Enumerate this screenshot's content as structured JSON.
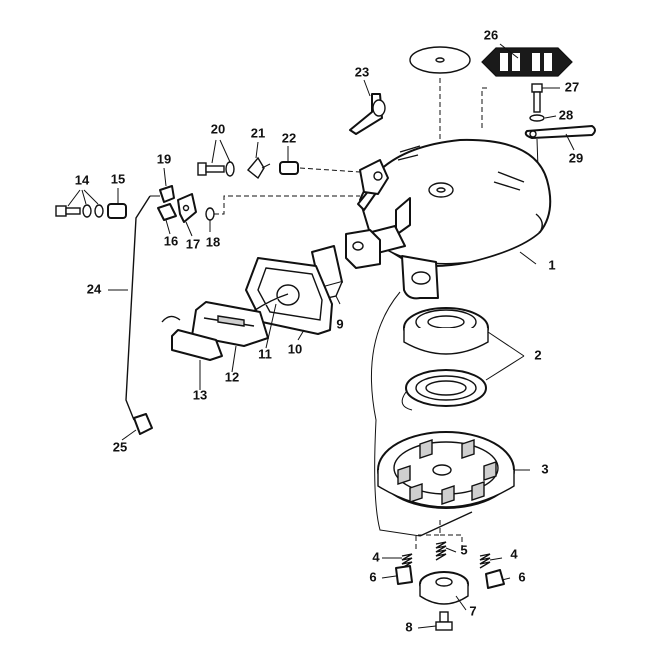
{
  "parts": [
    {
      "id": "1",
      "label": "1"
    },
    {
      "id": "2",
      "label": "2"
    },
    {
      "id": "3",
      "label": "3"
    },
    {
      "id": "4a",
      "label": "4"
    },
    {
      "id": "4b",
      "label": "4"
    },
    {
      "id": "5",
      "label": "5"
    },
    {
      "id": "6a",
      "label": "6"
    },
    {
      "id": "6b",
      "label": "6"
    },
    {
      "id": "7",
      "label": "7"
    },
    {
      "id": "8",
      "label": "8"
    },
    {
      "id": "9",
      "label": "9"
    },
    {
      "id": "10",
      "label": "10"
    },
    {
      "id": "11",
      "label": "11"
    },
    {
      "id": "12",
      "label": "12"
    },
    {
      "id": "13",
      "label": "13"
    },
    {
      "id": "14",
      "label": "14"
    },
    {
      "id": "15",
      "label": "15"
    },
    {
      "id": "16",
      "label": "16"
    },
    {
      "id": "17",
      "label": "17"
    },
    {
      "id": "18",
      "label": "18"
    },
    {
      "id": "19",
      "label": "19"
    },
    {
      "id": "20",
      "label": "20"
    },
    {
      "id": "21",
      "label": "21"
    },
    {
      "id": "22",
      "label": "22"
    },
    {
      "id": "23",
      "label": "23"
    },
    {
      "id": "24",
      "label": "24"
    },
    {
      "id": "25",
      "label": "25"
    },
    {
      "id": "26",
      "label": "26"
    },
    {
      "id": "27",
      "label": "27"
    },
    {
      "id": "28",
      "label": "28"
    },
    {
      "id": "29",
      "label": "29"
    }
  ]
}
